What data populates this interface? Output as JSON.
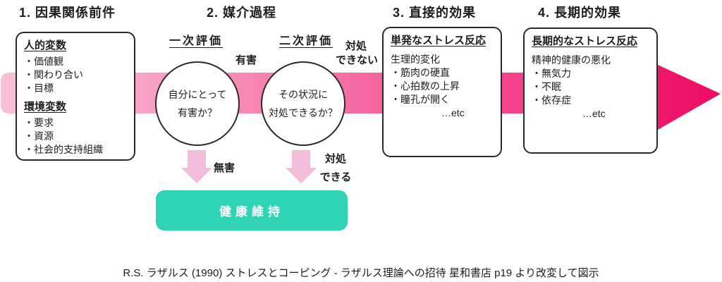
{
  "colors": {
    "band_light": "#f9c0d6",
    "band_mid": "#f572a7",
    "band_deep": "#f54a90",
    "band_end": "#ed0c64",
    "down_arrow_pink": "#f2bdd8",
    "health_teal": "#2fd4b7",
    "text": "#1d1d1d"
  },
  "header": {
    "sections": [
      {
        "label": "1. 因果関係前件"
      },
      {
        "label": "2. 媒介過程"
      },
      {
        "label": "3. 直接的効果"
      },
      {
        "label": "4. 長期的効果"
      }
    ]
  },
  "antecedents": {
    "personal_heading": "人的変数",
    "personal_items": [
      "・価値観",
      "・関わり合い",
      "・目標"
    ],
    "environment_heading": "環境変数",
    "environment_items": [
      "・要求",
      "・資源",
      "・社会的支持組織"
    ]
  },
  "mediation": {
    "primary_appraisal_label": "一次評価",
    "secondary_appraisal_label": "二次評価",
    "primary_question": [
      "自分にとって",
      "有害か？"
    ],
    "secondary_question": [
      "その状況に",
      "対処できるか？"
    ],
    "harmful": "有害",
    "cannot_cope": [
      "対処",
      "できない"
    ],
    "harmless": "無害",
    "can_cope": [
      "対処",
      "できる"
    ],
    "health_outcome": "健康維持"
  },
  "direct_effects": {
    "heading": "単発なストレス反応",
    "subheading": "生理的変化",
    "items": [
      "・筋肉の硬直",
      "・心拍数の上昇",
      "・瞳孔が開く"
    ],
    "etc": "…etc"
  },
  "longterm_effects": {
    "heading": "長期的なストレス反応",
    "subheading": "精神的健康の悪化",
    "items": [
      "・無気力",
      "・不眠",
      "・依存症"
    ],
    "etc": "…etc"
  },
  "caption": "R.S. ラザルス (1990) ストレスとコーピング - ラザルス理論への招待 星和書店 p19 より改変して図示"
}
